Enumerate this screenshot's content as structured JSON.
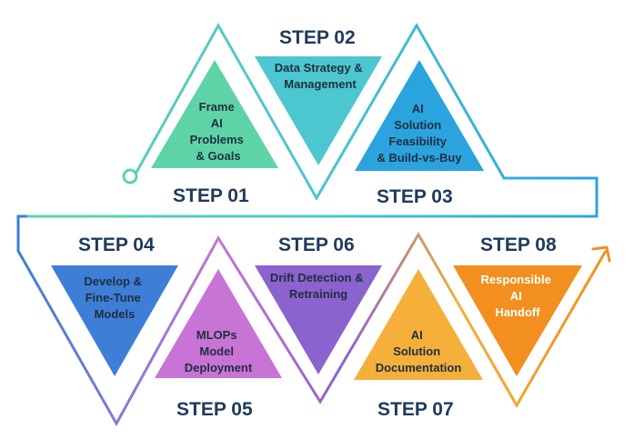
{
  "colors": {
    "step1": "#5ed3a8",
    "step2": "#4cc7cf",
    "step3": "#2ba3de",
    "step4": "#3d7fd6",
    "step5": "#c873d6",
    "step6": "#8a63cf",
    "step7": "#f4b03b",
    "step8": "#f28f1e",
    "label": "#1f3a5c"
  },
  "steps": [
    {
      "label": "STEP 01",
      "lines": [
        "Frame",
        "AI",
        "Problems",
        "& Goals"
      ]
    },
    {
      "label": "STEP 02",
      "lines": [
        "Data Strategy &",
        "Management"
      ]
    },
    {
      "label": "STEP 03",
      "lines": [
        "AI",
        "Solution",
        "Feasibility",
        "& Build-vs-Buy"
      ]
    },
    {
      "label": "STEP 04",
      "lines": [
        "Develop &",
        "Fine-Tune",
        "Models"
      ]
    },
    {
      "label": "STEP 05",
      "lines": [
        "MLOPs",
        "Model",
        "Deployment"
      ]
    },
    {
      "label": "STEP 06",
      "lines": [
        "Drift Detection &",
        "Retraining"
      ]
    },
    {
      "label": "STEP 07",
      "lines": [
        "AI",
        "Solution",
        "Documentation"
      ]
    },
    {
      "label": "STEP 08",
      "lines": [
        "Responsible",
        "AI",
        "Handoff"
      ]
    }
  ]
}
